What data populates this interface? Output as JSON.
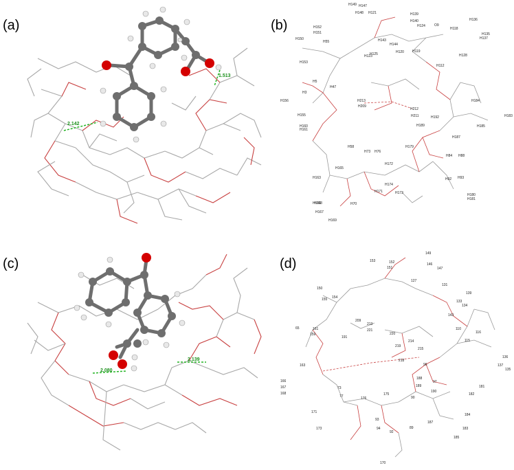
{
  "figure": {
    "panels": [
      {
        "id": "a",
        "label": "(a)",
        "hbonds": [
          "2.142",
          "1.513"
        ]
      },
      {
        "id": "b",
        "label": "(b)"
      },
      {
        "id": "c",
        "label": "(c)",
        "hbonds": [
          "2.080",
          "2.139"
        ]
      },
      {
        "id": "d",
        "label": "(d)"
      }
    ],
    "atom_labels_b": [
      "H149",
      "H147",
      "H148",
      "H121",
      "H123",
      "H139",
      "H140",
      "H124",
      "O9",
      "H118",
      "H136",
      "H135",
      "H137",
      "H152",
      "H151",
      "H150",
      "H153",
      "H55",
      "H5",
      "H3",
      "H47",
      "H119",
      "H125",
      "H143",
      "H144",
      "H112",
      "H120",
      "H128",
      "H209",
      "H213",
      "H212",
      "H211",
      "H156",
      "H155",
      "H160",
      "H161",
      "H166",
      "H163",
      "H165",
      "H58",
      "H70",
      "H73",
      "H76",
      "H172",
      "H179",
      "H171",
      "H173",
      "H174",
      "H169",
      "H168",
      "H167",
      "H180",
      "H181",
      "H183",
      "H184",
      "H185",
      "H187",
      "H189",
      "H192",
      "H84",
      "H88",
      "H93",
      "H92"
    ],
    "atom_labels_d": [
      "149",
      "146",
      "147",
      "153",
      "152",
      "151",
      "150",
      "155",
      "154",
      "127",
      "131",
      "139",
      "133",
      "134",
      "143",
      "161",
      "65",
      "159",
      "163",
      "213",
      "221",
      "209",
      "220",
      "218",
      "214",
      "219",
      "215",
      "136",
      "137",
      "135",
      "166",
      "167",
      "168",
      "171",
      "170",
      "173",
      "73",
      "77",
      "176",
      "175",
      "90",
      "94",
      "93",
      "92",
      "89",
      "181",
      "182",
      "183",
      "184",
      "185",
      "187",
      "188",
      "189",
      "190",
      "191",
      "97",
      "96",
      "110",
      "115",
      "116"
    ],
    "colors": {
      "carbon_ball": "#6e6e6e",
      "oxygen_ball": "#d40000",
      "hydrogen_ball": "#e8e8e8",
      "cd_bond": "#a8a8a8",
      "cd_oxygen": "#c84040",
      "hbond": "#22b422",
      "label_text": "#000000"
    }
  }
}
